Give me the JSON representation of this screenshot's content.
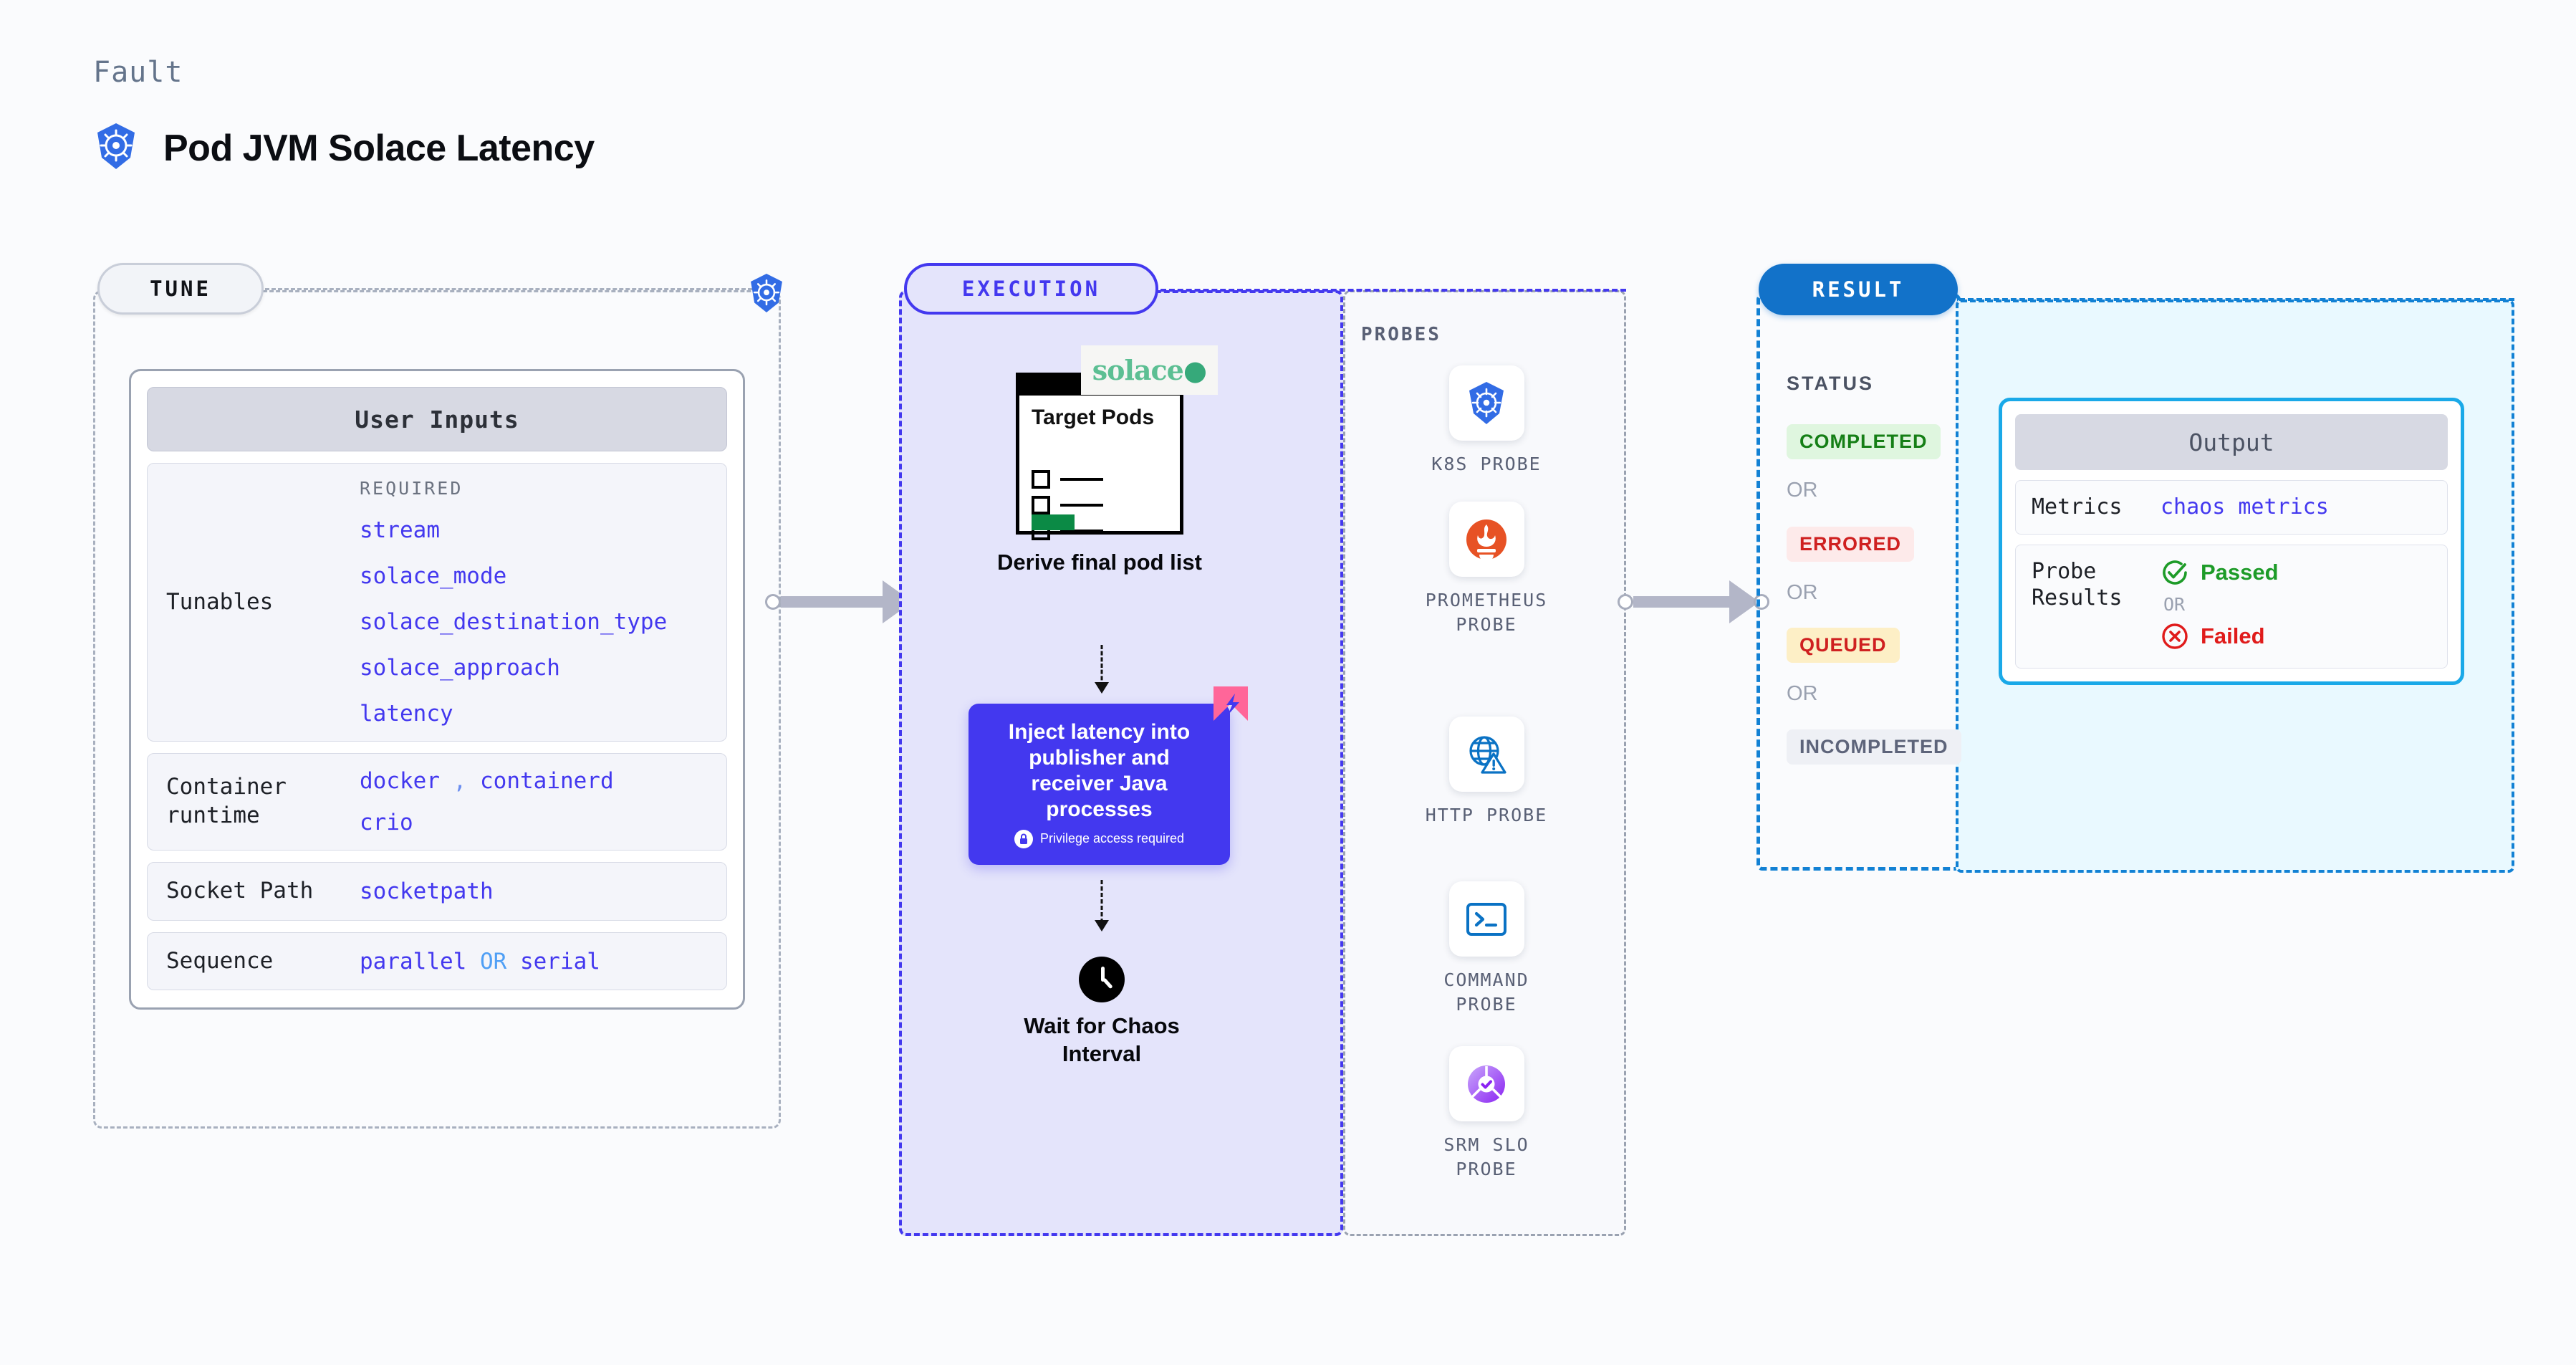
{
  "header": {
    "eyebrow": "Fault",
    "title": "Pod JVM Solace Latency",
    "icon": "kubernetes-icon"
  },
  "tune": {
    "pill": "TUNE",
    "edge_icon": "kubernetes-icon",
    "card_title": "User Inputs",
    "tunables": {
      "key": "Tunables",
      "required_label": "REQUIRED",
      "items": [
        "stream",
        "solace_mode",
        "solace_destination_type",
        "solace_approach",
        "latency"
      ]
    },
    "rows": [
      {
        "key": "Container runtime",
        "values": [
          "docker",
          "containerd",
          "crio"
        ],
        "separator": ","
      },
      {
        "key": "Socket Path",
        "values": [
          "socketpath"
        ]
      },
      {
        "key": "Sequence",
        "values": [
          "parallel",
          "serial"
        ],
        "or": "OR"
      }
    ]
  },
  "execution": {
    "pill": "EXECUTION",
    "steps": [
      {
        "caption": "Derive final pod list",
        "icon": "target-pods-document-icon",
        "doc_title": "Target Pods",
        "brand": "solace"
      },
      {
        "caption": "Inject latency into publisher and receiver Java processes",
        "privilege": "Privilege access required",
        "icon": "lock-icon",
        "badge": "chaos-fault-badge-icon"
      },
      {
        "caption": "Wait for Chaos Interval",
        "icon": "clock-icon"
      }
    ]
  },
  "probes": {
    "title": "PROBES",
    "items": [
      {
        "label": "K8S PROBE",
        "icon": "kubernetes-icon"
      },
      {
        "label": "PROMETHEUS PROBE",
        "icon": "prometheus-icon"
      },
      {
        "label": "HTTP PROBE",
        "icon": "http-globe-warning-icon"
      },
      {
        "label": "COMMAND PROBE",
        "icon": "terminal-icon"
      },
      {
        "label": "SRM SLO PROBE",
        "icon": "srm-slo-icon"
      }
    ]
  },
  "result": {
    "pill": "RESULT",
    "status_title": "STATUS",
    "or_label": "OR",
    "statuses": [
      {
        "label": "COMPLETED",
        "bg": "#dff6df",
        "color": "#157f16"
      },
      {
        "label": "ERRORED",
        "bg": "#fdeaea",
        "color": "#cf2020"
      },
      {
        "label": "QUEUED",
        "bg": "#fdefc6",
        "color": "#cf2020"
      },
      {
        "label": "INCOMPLETED",
        "bg": "#eef0f5",
        "color": "#5d647a"
      }
    ]
  },
  "output": {
    "title": "Output",
    "metrics": {
      "key": "Metrics",
      "value": "chaos metrics"
    },
    "probe_results": {
      "key": "Probe Results",
      "passed": "Passed",
      "failed": "Failed",
      "or_label": "OR",
      "passed_icon": "check-circle-icon",
      "failed_icon": "x-circle-icon"
    }
  },
  "colors": {
    "accent_purple": "#4338ef",
    "accent_blue": "#1272c9",
    "panel_lavender": "#e4e4fb",
    "panel_cyan": "#e9f9ff",
    "kubernetes_blue": "#326ce5",
    "success_green": "#157f16",
    "error_red": "#cf2020"
  }
}
